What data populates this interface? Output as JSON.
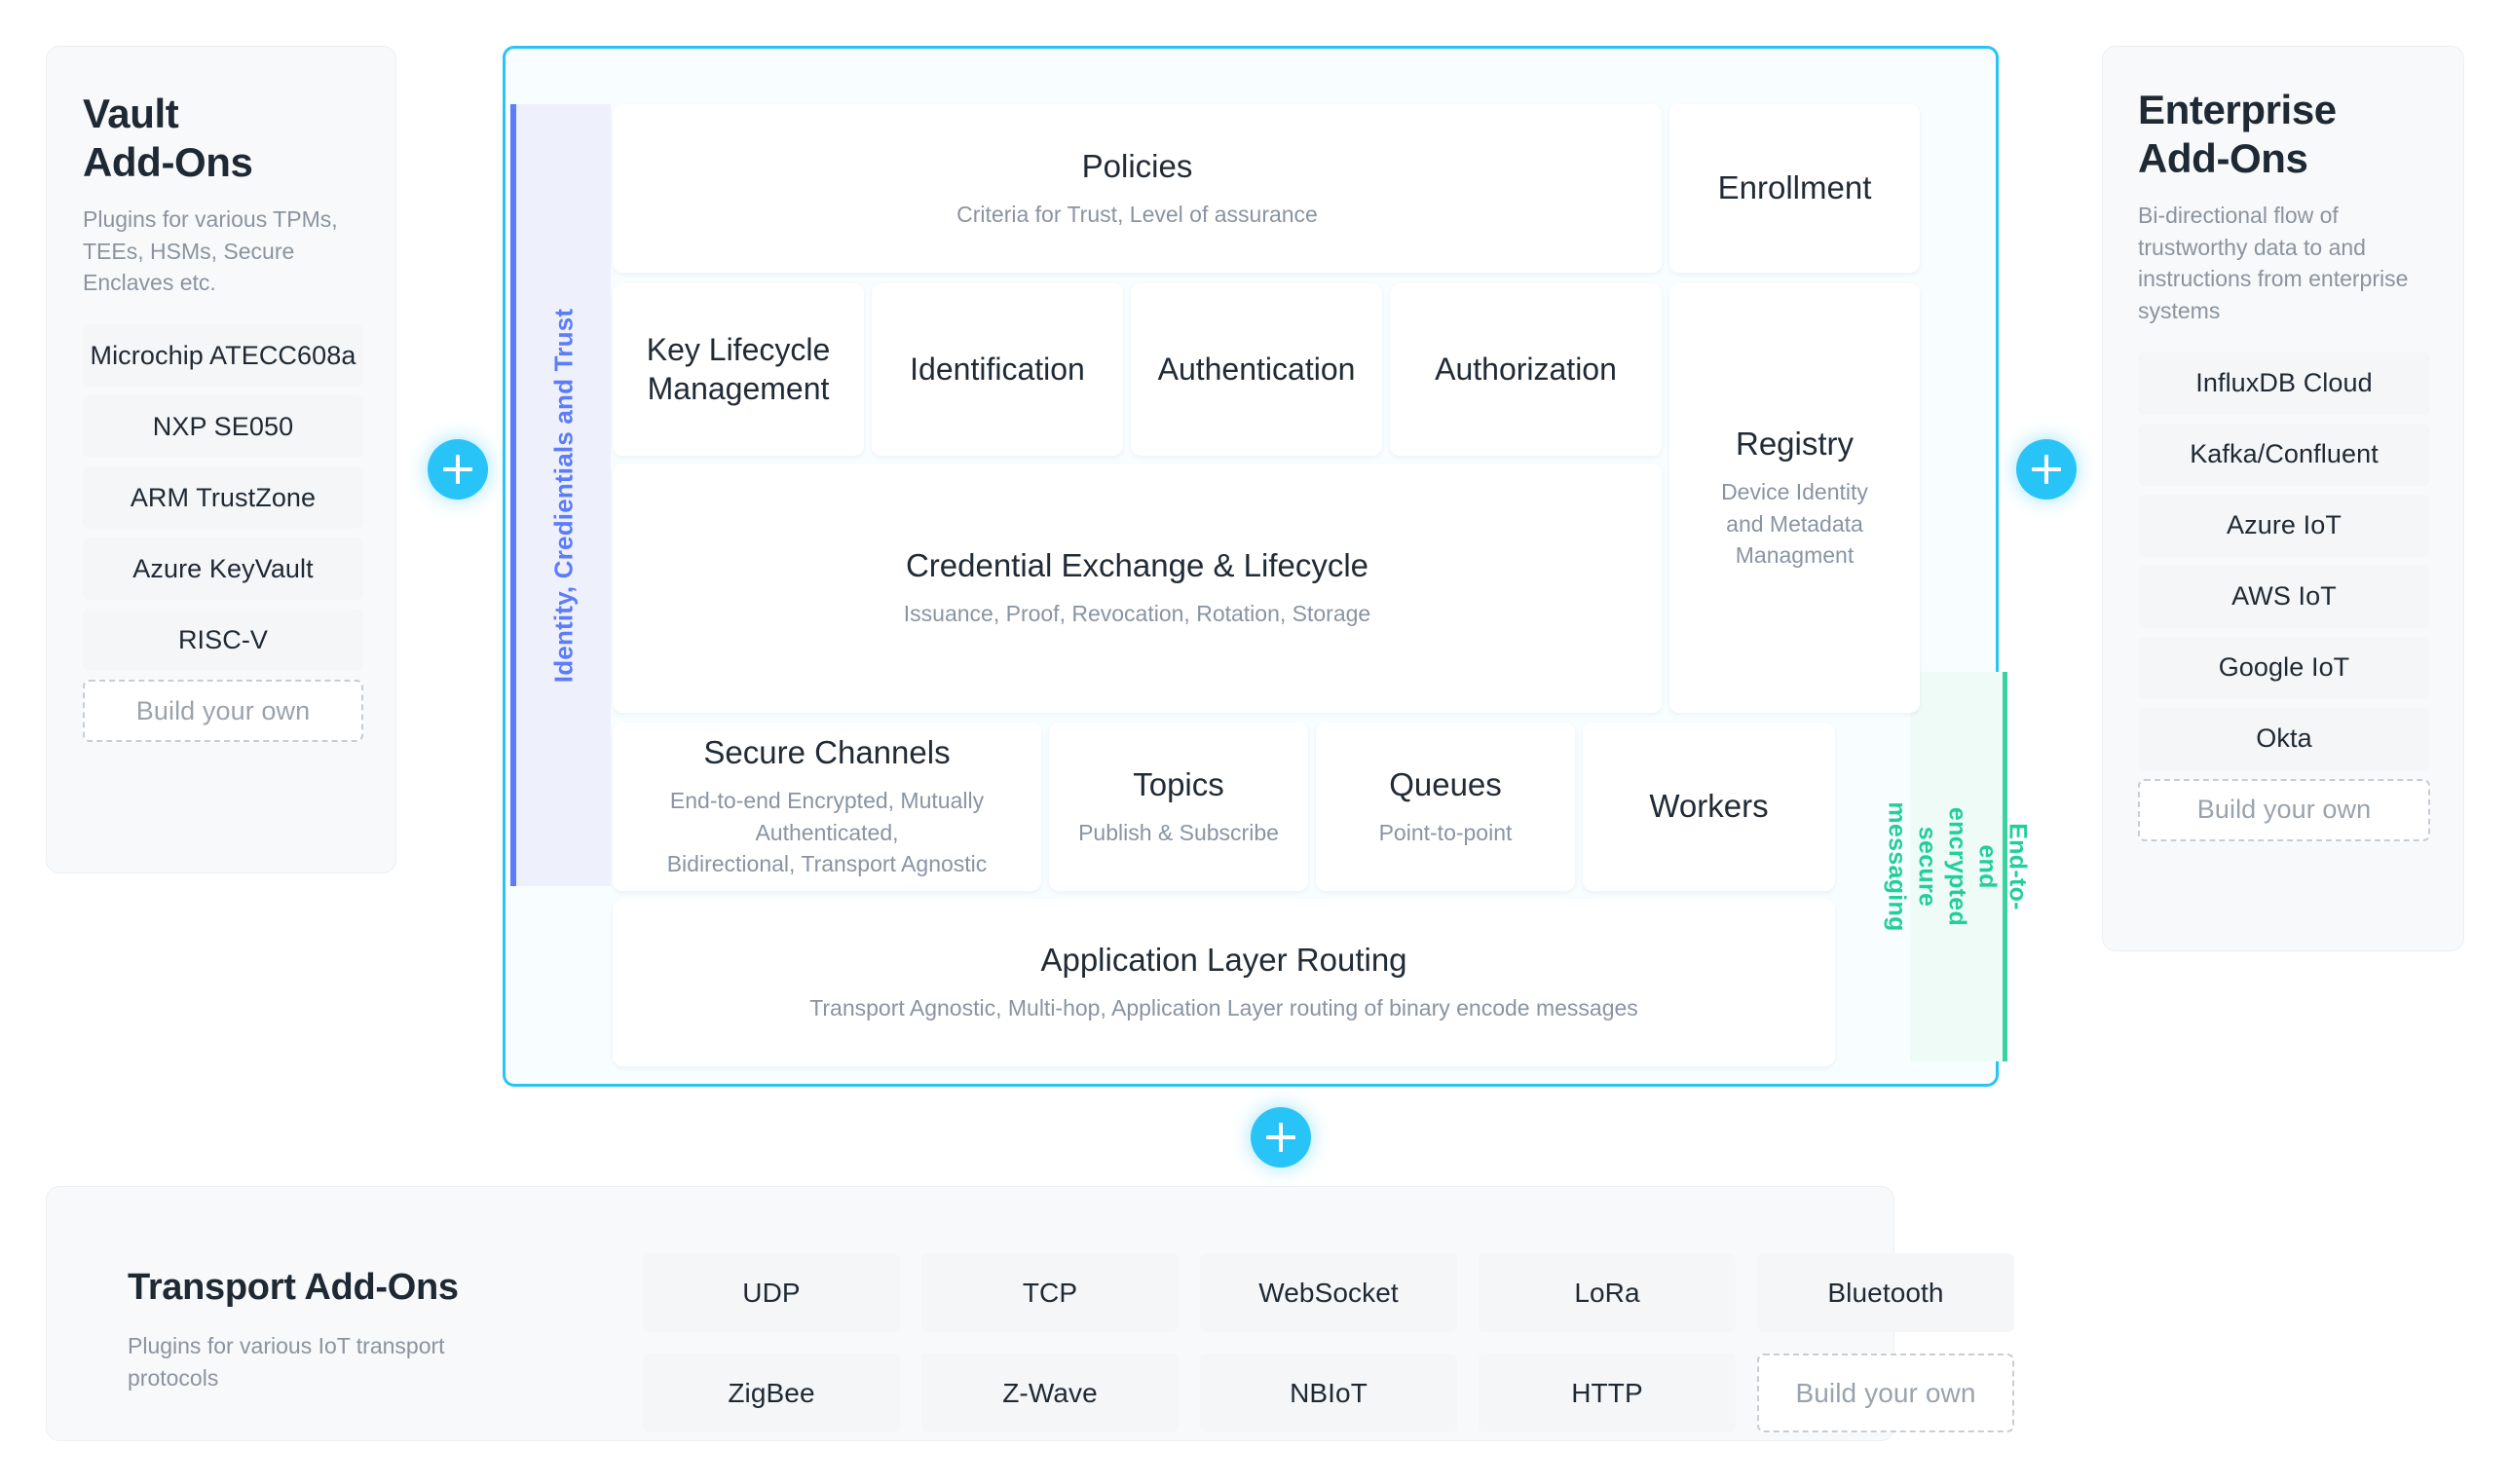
{
  "vault_panel": {
    "title": "Vault\nAdd-Ons",
    "subtitle": "Plugins for various TPMs, TEEs, HSMs, Secure Enclaves etc.",
    "items": [
      {
        "label": "Microchip ATECC608a",
        "style": "solid"
      },
      {
        "label": "NXP SE050",
        "style": "solid"
      },
      {
        "label": "ARM TrustZone",
        "style": "solid"
      },
      {
        "label": "Azure KeyVault",
        "style": "solid"
      },
      {
        "label": "RISC-V",
        "style": "solid"
      },
      {
        "label": "Build your own",
        "style": "dashed"
      }
    ]
  },
  "enterprise_panel": {
    "title": "Enterprise\nAdd-Ons",
    "subtitle": "Bi-directional flow of trustworthy data to and instructions from enterprise systems",
    "items": [
      {
        "label": "InfluxDB Cloud",
        "style": "solid"
      },
      {
        "label": "Kafka/Confluent",
        "style": "solid"
      },
      {
        "label": "Azure IoT",
        "style": "solid"
      },
      {
        "label": "AWS IoT",
        "style": "solid"
      },
      {
        "label": "Google IoT",
        "style": "solid"
      },
      {
        "label": "Okta",
        "style": "solid"
      },
      {
        "label": "Build your own",
        "style": "dashed"
      }
    ]
  },
  "center_panel": {
    "identity_band_label": "Identity, Credientials and Trust",
    "e2e_band_label": "End-to-end encrypted\nsecure messaging",
    "cards": {
      "policies": {
        "title": "Policies",
        "subtitle": "Criteria for Trust, Level of assurance"
      },
      "enrollment": {
        "title": "Enrollment",
        "subtitle": ""
      },
      "key_lifecycle": {
        "title": "Key Lifecycle\nManagement",
        "subtitle": ""
      },
      "identification": {
        "title": "Identification",
        "subtitle": ""
      },
      "authentication": {
        "title": "Authentication",
        "subtitle": ""
      },
      "authorization": {
        "title": "Authorization",
        "subtitle": ""
      },
      "registry": {
        "title": "Registry",
        "subtitle": "Device Identity\nand Metadata\nManagment"
      },
      "credential_exchange": {
        "title": "Credential Exchange & Lifecycle",
        "subtitle": "Issuance, Proof, Revocation, Rotation, Storage"
      },
      "secure_channels": {
        "title": "Secure Channels",
        "subtitle": "End-to-end Encrypted, Mutually Authenticated,\nBidirectional, Transport Agnostic"
      },
      "topics": {
        "title": "Topics",
        "subtitle": "Publish & Subscribe"
      },
      "queues": {
        "title": "Queues",
        "subtitle": "Point-to-point"
      },
      "workers": {
        "title": "Workers",
        "subtitle": ""
      },
      "app_layer_routing": {
        "title": "Application Layer Routing",
        "subtitle": "Transport Agnostic, Multi-hop, Application Layer routing of binary encode messages"
      }
    }
  },
  "transport_panel": {
    "title": "Transport Add-Ons",
    "subtitle": "Plugins for various IoT transport protocols",
    "items": [
      {
        "label": "UDP",
        "style": "solid"
      },
      {
        "label": "TCP",
        "style": "solid"
      },
      {
        "label": "WebSocket",
        "style": "solid"
      },
      {
        "label": "LoRa",
        "style": "solid"
      },
      {
        "label": "Bluetooth",
        "style": "solid"
      },
      {
        "label": "ZigBee",
        "style": "solid"
      },
      {
        "label": "Z-Wave",
        "style": "solid"
      },
      {
        "label": "NBIoT",
        "style": "solid"
      },
      {
        "label": "HTTP",
        "style": "solid"
      },
      {
        "label": "Build your own",
        "style": "dashed"
      }
    ]
  },
  "connectors": {
    "left_plus_label": "+",
    "right_plus_label": "+",
    "bottom_plus_label": "+"
  },
  "colors": {
    "accent_cyan": "#29c4f7",
    "identity_blue": "#5c7cfa",
    "e2e_green": "#21cf9c",
    "text_dark": "#1f2933",
    "text_muted": "#8b949e"
  }
}
